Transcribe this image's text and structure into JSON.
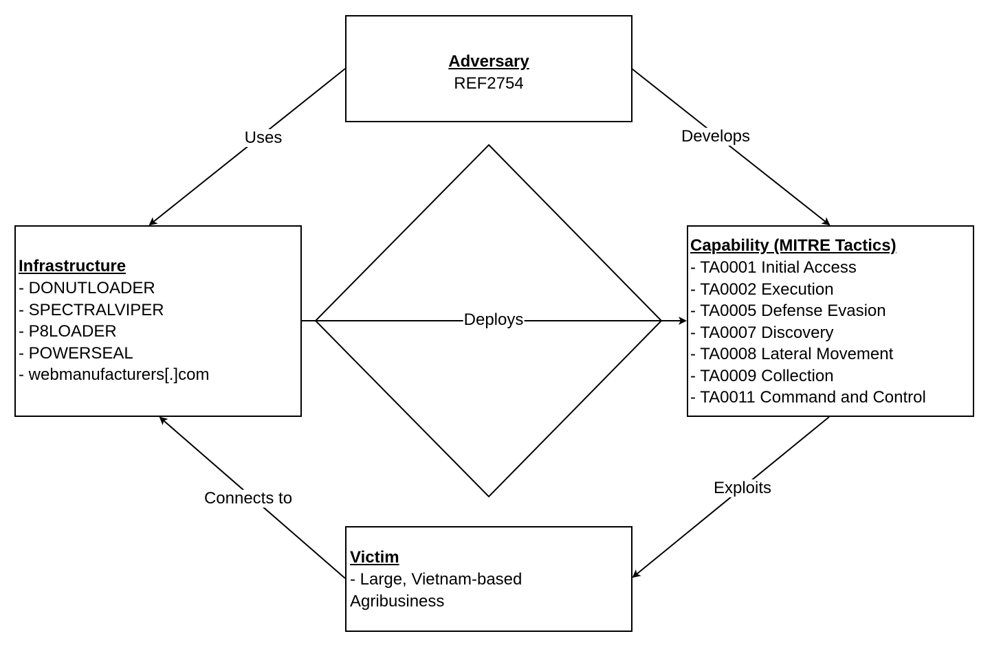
{
  "nodes": {
    "adversary": {
      "title": "Adversary",
      "value": "REF2754"
    },
    "infrastructure": {
      "title": "Infrastructure",
      "items": [
        " - DONUTLOADER",
        " - SPECTRALVIPER",
        " - P8LOADER",
        " - POWERSEAL",
        " - webmanufacturers[.]com"
      ]
    },
    "capability": {
      "title": "Capability (MITRE Tactics)",
      "items": [
        " - TA0001 Initial Access",
        " - TA0002 Execution",
        " - TA0005 Defense Evasion",
        " - TA0007 Discovery",
        " - TA0008 Lateral Movement",
        " - TA0009 Collection",
        " - TA0011 Command and Control"
      ]
    },
    "victim": {
      "title": "Victim",
      "text": " - Large, Vietnam-based Agribusiness"
    }
  },
  "edges": {
    "uses": "Uses",
    "develops": "Develops",
    "deploys": "Deploys",
    "connects_to": "Connects to",
    "exploits": "Exploits"
  },
  "colors": {
    "stroke": "#000000",
    "background": "#ffffff"
  }
}
